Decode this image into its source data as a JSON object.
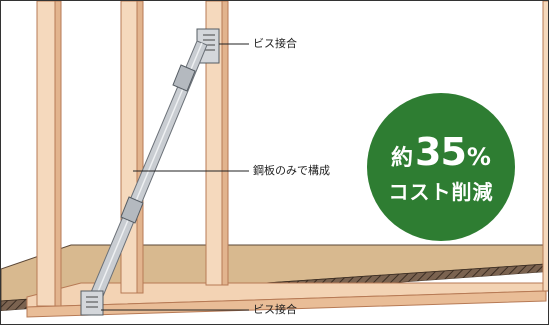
{
  "callouts": {
    "top_screw": "ビス接合",
    "steel_plate": "鋼板のみで構成",
    "bottom_screw": "ビス接合"
  },
  "badge": {
    "prefix": "約",
    "number": "35",
    "unit": "%",
    "subtitle": "コスト削減"
  },
  "colors": {
    "wood": "#f3d3b4",
    "wood_edge": "#b77a55",
    "floor_top": "#d8b98f",
    "floor_edge": "#5a4636",
    "steel": "#c9cdd2",
    "badge_green": "#2e7d32"
  }
}
